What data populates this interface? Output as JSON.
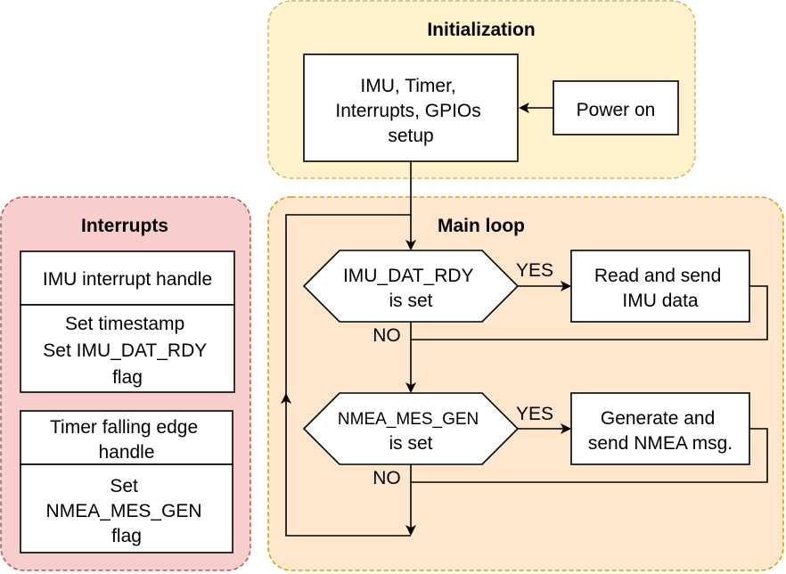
{
  "groups": {
    "initialization": {
      "title": "Initialization",
      "fill": "#fff2cc",
      "stroke": "#d6b656"
    },
    "main_loop": {
      "title": "Main loop",
      "fill": "#ffe6cc",
      "stroke": "#d79b00"
    },
    "interrupts": {
      "title": "Interrupts",
      "fill": "#f8cecc",
      "stroke": "#b85450"
    }
  },
  "nodes": {
    "setup": [
      "IMU, Timer,",
      "Interrupts, GPIOs",
      "setup"
    ],
    "power_on": [
      "Power on"
    ],
    "imu_check": [
      "IMU_DAT_RDY",
      "is set"
    ],
    "read_send": [
      "Read and send",
      "IMU data"
    ],
    "nmea_check": [
      "NMEA_MES_GEN",
      "is set"
    ],
    "generate_send": [
      "Generate and",
      "send NMEA msg."
    ],
    "imu_handle": [
      "IMU interrupt handle"
    ],
    "imu_handle_body": [
      "Set timestamp",
      "Set IMU_DAT_RDY",
      "flag"
    ],
    "timer_handle": [
      "Timer falling edge",
      "handle"
    ],
    "timer_handle_body": [
      "Set",
      "NMEA_MES_GEN",
      "flag"
    ]
  },
  "edge_labels": {
    "yes_1": "YES",
    "no_1": "NO",
    "yes_2": "YES",
    "no_2": "NO"
  }
}
